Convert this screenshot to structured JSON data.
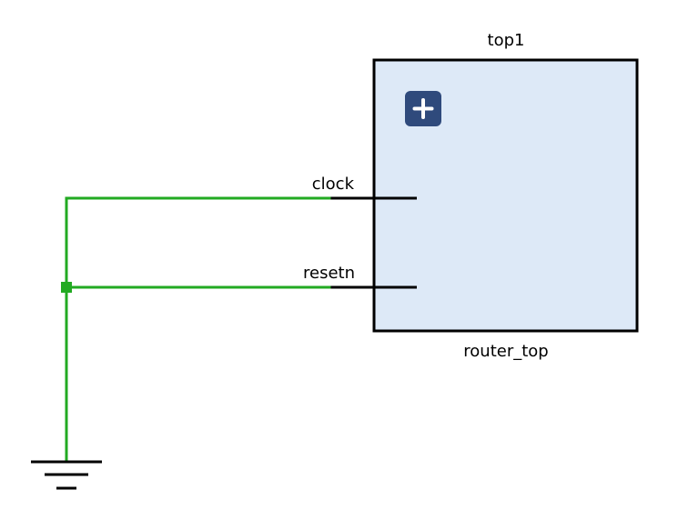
{
  "block": {
    "instance_name": "top1",
    "module_name": "router_top",
    "expand_icon": "plus-icon",
    "fill_color": "#dde9f7",
    "border_color": "#000000"
  },
  "ports": [
    {
      "name": "clock"
    },
    {
      "name": "resetn"
    }
  ],
  "net": {
    "color": "#22aa22"
  },
  "ground": {
    "icon": "ground-symbol-icon"
  },
  "colors": {
    "expand_button": "#2f4a7c"
  }
}
